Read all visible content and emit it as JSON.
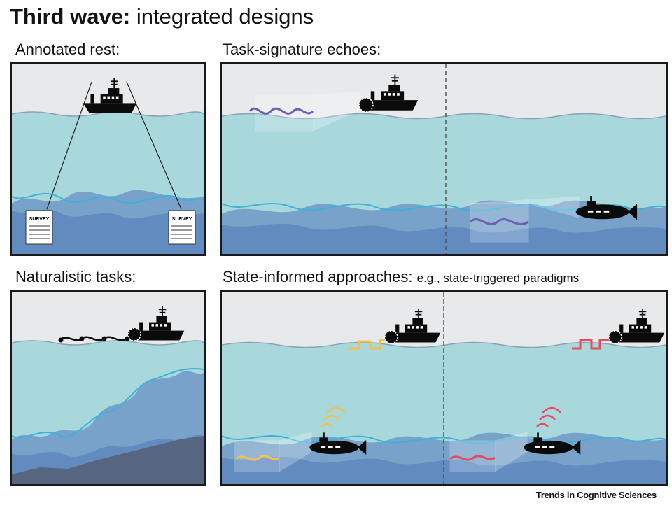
{
  "title": {
    "bold": "Third wave:",
    "rest": "integrated designs"
  },
  "panels": {
    "annotated_rest": {
      "label": "Annotated rest:",
      "survey_left": "SURVEY",
      "survey_right": "SURVEY"
    },
    "task_signature": {
      "label": "Task-signature echoes:"
    },
    "naturalistic": {
      "label": "Naturalistic tasks:"
    },
    "state_informed": {
      "label": "State-informed approaches:",
      "sublabel": "e.g., state-triggered paradigms"
    }
  },
  "colors": {
    "sky": "#e8e9ea",
    "water": "#a8d8dc",
    "wave_dark": "#6a90c4",
    "wave_light": "#3bb3d8",
    "yellow_signal": "#f2c14e",
    "red_signal": "#e64b5d",
    "purple_signal": "#6c5fb0"
  },
  "credit": "Trends in Cognitive Sciences"
}
